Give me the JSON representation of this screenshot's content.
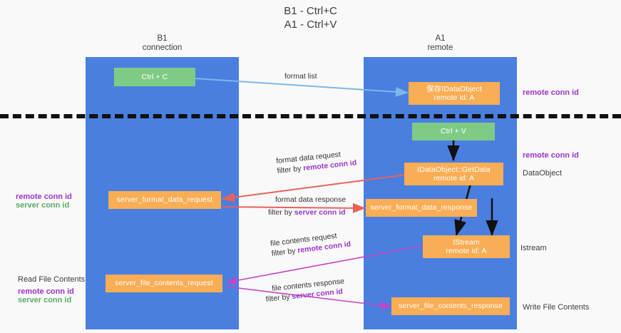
{
  "title": "B1 - Ctrl+C\nA1 - Ctrl+V",
  "columns": [
    {
      "name": "B1",
      "role": "connection",
      "header": "B1\nconnection"
    },
    {
      "name": "A1",
      "role": "remote",
      "header": "A1\nremote"
    }
  ],
  "colors": {
    "background": "#f9f9f9",
    "lane": "#4a7fe0",
    "green_box": "#7fcb86",
    "orange_box": "#f9ad55",
    "divider": "#111111",
    "remote_conn_id": "#9b34c8",
    "server_conn_id": "#5aab62",
    "arrow_format_list": "#7eb6e8",
    "arrow_format_data": "#e8625a",
    "arrow_file_contents": "#c742c7",
    "arrow_black": "#111111"
  },
  "boxes": {
    "ctrl_c": {
      "line1": "Ctrl + C",
      "line2": ""
    },
    "save_idataobject": {
      "line1": "保存IDataObject",
      "line2": "remote id: A"
    },
    "ctrl_v": {
      "line1": "Ctrl + V",
      "line2": ""
    },
    "getdata": {
      "line1": "IDataObject::GetData",
      "line2": "remote id: A"
    },
    "server_format_data_request": {
      "line1": "server_format_data_request",
      "line2": ""
    },
    "server_format_data_response": {
      "line1": "server_format_data_response",
      "line2": ""
    },
    "istream": {
      "line1": "IStream",
      "line2": "remote id: A"
    },
    "server_file_contents_request": {
      "line1": "server_file_contents_request",
      "line2": ""
    },
    "server_file_contents_response": {
      "line1": "server_file_contents_response",
      "line2": ""
    }
  },
  "edge_labels": {
    "format_list": {
      "line1": "format list",
      "line2": "",
      "filter_prefix": "",
      "filter_key": ""
    },
    "format_data_request": {
      "line1": "format data request",
      "filter_prefix": "filter by ",
      "filter_key": "remote conn id"
    },
    "format_data_response": {
      "line1": "format data response",
      "filter_prefix": "filter by ",
      "filter_key": "server conn id"
    },
    "file_contents_request": {
      "line1": "file contents request",
      "filter_prefix": "filter by ",
      "filter_key": "remote conn id"
    },
    "file_contents_response": {
      "line1": "file contents response",
      "filter_prefix": "filter by ",
      "filter_key": "server conn id"
    }
  },
  "right_notes": {
    "remote_conn_id_top": "remote conn id",
    "remote_conn_id_mid": "remote conn id",
    "dataobject": "DataObject",
    "istream": "Istream",
    "write_file_contents": "Write File Contents"
  },
  "left_notes": {
    "remote_conn_id_mid": "remote conn id",
    "server_conn_id_mid": "server conn id",
    "read_file_contents": "Read File Contents",
    "remote_conn_id_bottom": "remote conn id",
    "server_conn_id_bottom": "server conn id"
  }
}
